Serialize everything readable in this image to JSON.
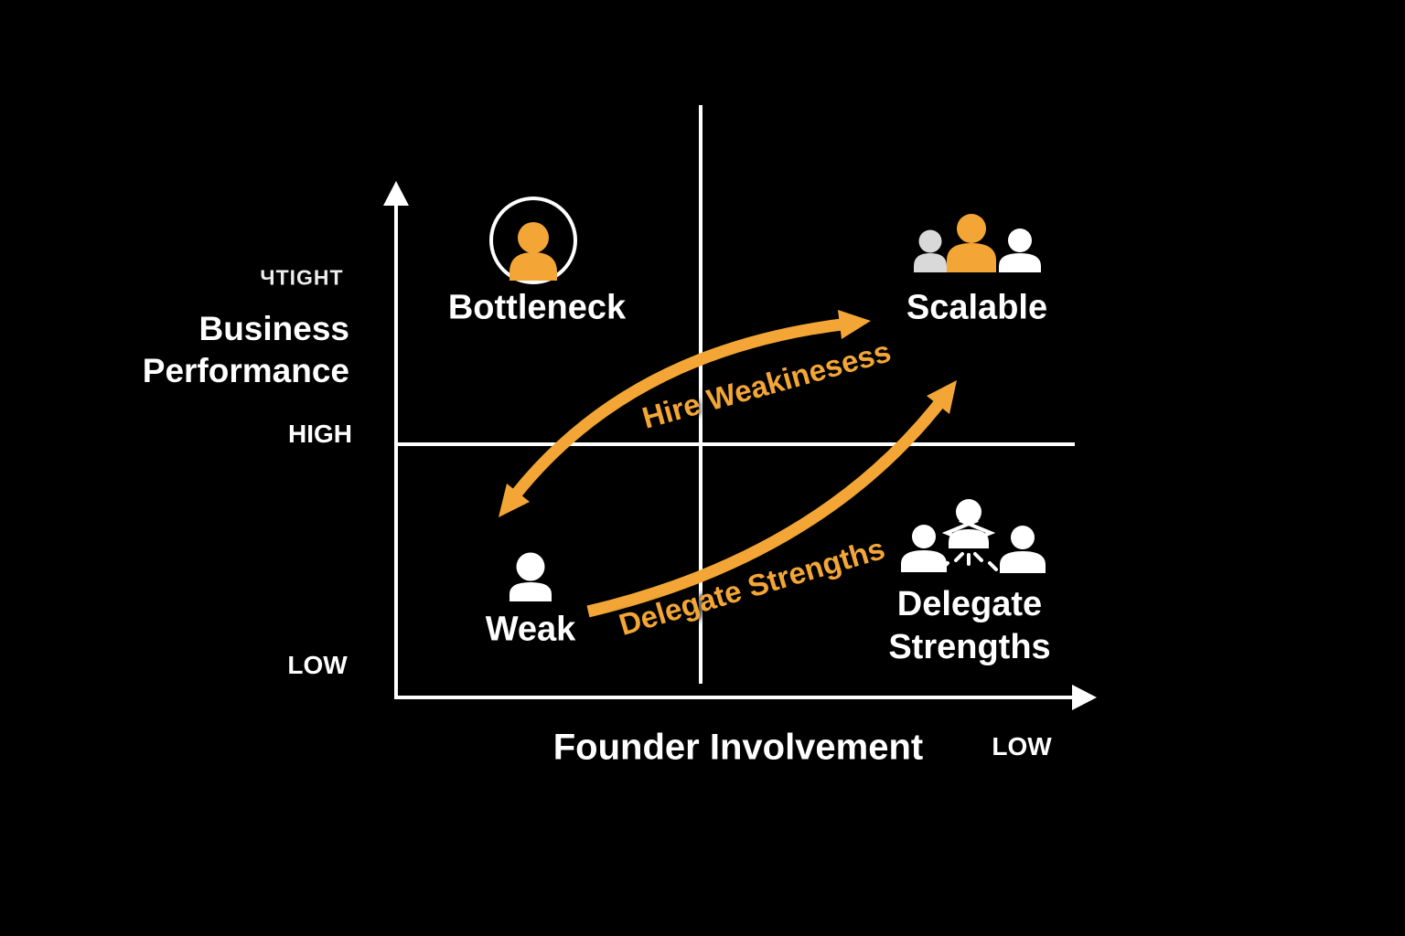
{
  "diagram": {
    "watermark": "ЧTIGHT",
    "y_axis": {
      "title_line1": "Business",
      "title_line2": "Performance",
      "high": "HIGH",
      "low": "LOW"
    },
    "x_axis": {
      "title": "Founder Involvement",
      "low": "LOW"
    },
    "quadrants": {
      "top_left": {
        "label": "Bottleneck",
        "icon": "person-in-circle-icon"
      },
      "top_right": {
        "label": "Scalable",
        "icon": "team-icon"
      },
      "bottom_left": {
        "label": "Weak",
        "icon": "person-icon"
      },
      "bottom_right": {
        "label_line1": "Delegate",
        "label_line2": "Strengths",
        "icon": "delegation-network-icon"
      }
    },
    "arrows": {
      "upper": {
        "label": "Hire Weakinesess",
        "direction": "double-headed"
      },
      "lower": {
        "label": "Delegate Strengths",
        "direction": "single-headed"
      }
    },
    "colors": {
      "background": "#000000",
      "accent": "#F3A636",
      "foreground": "#FFFFFF",
      "muted_person": "#D9D9D9"
    }
  }
}
